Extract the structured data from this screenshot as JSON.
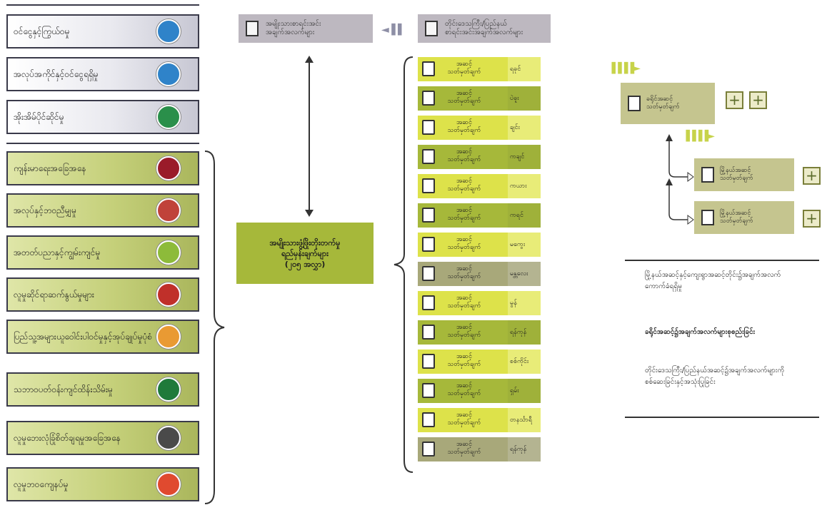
{
  "categories_top": [
    {
      "label": "ဝင်ငွေနှင့်ကြွယ်ဝမှု",
      "icon": "money-icon",
      "color": "#2f83c9"
    },
    {
      "label": "အလုပ်အကိုင်နှင့်ဝင်ငွေရရှိမှု",
      "icon": "briefcase-icon",
      "color": "#2f83c9"
    },
    {
      "label": "အိုးအိမ်ပိုင်ဆိုင်မှု",
      "icon": "house-icon",
      "color": "#2a8f4a"
    }
  ],
  "categories_bottom": [
    {
      "label": "ကျန်းမာရေးအခြေအနေ",
      "icon": "health-cross-icon",
      "color": "#9a1b2a"
    },
    {
      "label": "အလုပ်နှင့်ဘဝညီမျှမှု",
      "icon": "balance-scale-icon",
      "color": "#c0423a"
    },
    {
      "label": "အတတ်ပညာနှင့်ကျွမ်းကျင်မှု",
      "icon": "book-icon",
      "color": "#8dbb3a"
    },
    {
      "label": "လူမှုဆိုင်ရာဆက်နွယ်မှုများ",
      "icon": "people-icon",
      "color": "#c0302a"
    },
    {
      "label": "ပြည်သူ့အများယူဝေါင်းပါဝင်မှုနှင့်အုပ်ချုပ်မှုပုံစံ",
      "icon": "envelope-icon",
      "color": "#e99a33"
    },
    {
      "label": "သဘာဝပတ်ဝန်းကျင်ထိန်းသိမ်းမှု",
      "icon": "tree-icon",
      "color": "#1f7a3a"
    },
    {
      "label": "လူမှုဘေးလုံခြုံစိတ်ချရမှုအခြေအနေ",
      "icon": "runner-icon",
      "color": "#4a4a4a"
    },
    {
      "label": "လူမှုဘဝကျေနပ်မှု",
      "icon": "heart-icon",
      "color": "#e04a2f"
    }
  ],
  "center_box": {
    "line1": "အမျိုးသားဖွံ့ဖြိုးတိုးတက်မှု",
    "line2": "ရည်မှန်းချက်များ",
    "line3": "(၂၀၅ အလွှာ)"
  },
  "header_left": {
    "line1": "အမျိုးသားစာရင်းအင်း",
    "line2": "အချက်အလက်များ"
  },
  "header_right": {
    "line1": "တိုင်းဒေသကြီး/ပြည်နယ်",
    "line2": "စာရင်းအင်းအချက်အလက်များ"
  },
  "row_label": {
    "line1": "အဆင့်",
    "line2": "သတ်မှတ်ချက်"
  },
  "regions": [
    {
      "name": "ရခုင်",
      "shade": "light"
    },
    {
      "name": "ပဲခူး",
      "shade": "dark"
    },
    {
      "name": "ချင်း",
      "shade": "light"
    },
    {
      "name": "ကချင်",
      "shade": "dark"
    },
    {
      "name": "ကယား",
      "shade": "light"
    },
    {
      "name": "ကရင်",
      "shade": "dark"
    },
    {
      "name": "မကွေး",
      "shade": "light"
    },
    {
      "name": "မန္တလေး",
      "shade": "gray"
    },
    {
      "name": "မွန်",
      "shade": "light"
    },
    {
      "name": "ရန်ကုန်",
      "shade": "dark"
    },
    {
      "name": "စစ်ကိုင်း",
      "shade": "light"
    },
    {
      "name": "ရှမ်း",
      "shade": "dark"
    },
    {
      "name": "တနင်္သာရီ",
      "shade": "light"
    },
    {
      "name": "ရန်ကုန်",
      "shade": "gray"
    }
  ],
  "right_top_box": {
    "line1": "ခရိုင်အဆင့်",
    "line2": "သတ်မှတ်ချက်"
  },
  "sub_boxes": [
    {
      "line1": "မြို့နယ်အဆင့်",
      "line2": "သတ်မှတ်ချက်"
    },
    {
      "line1": "မြို့နယ်အဆင့်",
      "line2": "သတ်မှတ်ချက်"
    }
  ],
  "plus_symbol": "+",
  "arrows_symbol": "▐▐▐▐►",
  "back_arrows_symbol": "◄▐▐",
  "notes": [
    "မြို့နယ်အဆင့်နှင့်ကျေးရွာအဆင့်တိုင်း၌အချက်အလက်ကောက်ခံရရှိမှု",
    "ခရိုင်အဆင့်၌အချက်အလက်များစုစည်းခြင်း",
    "တိုင်းဒေသကြီး/ပြည်နယ်အဆင့်၌အချက်အလက်များကိုစစ်ဆေးခြင်းနှင့်အသုံးပြုခြင်း"
  ],
  "colors": {
    "light": "#dde24a",
    "dark": "#a6b83a",
    "gray": "#a8a87a",
    "header": "#bdb8c0",
    "center": "#a6b83a"
  }
}
